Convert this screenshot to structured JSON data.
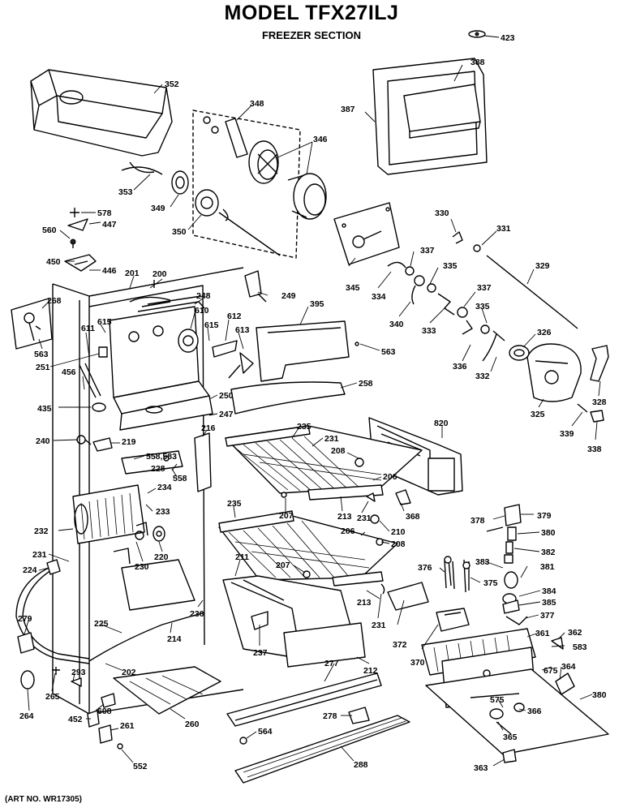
{
  "title": "MODEL TFX27ILJ",
  "subtitle": "FREEZER SECTION",
  "art_number": "(ART NO. WR17305)",
  "part_labels": [
    {
      "id": "p423",
      "text": "423"
    },
    {
      "id": "p352",
      "text": "352"
    },
    {
      "id": "p388",
      "text": "388"
    },
    {
      "id": "p387",
      "text": "387"
    },
    {
      "id": "p348",
      "text": "348"
    },
    {
      "id": "p346",
      "text": "346"
    },
    {
      "id": "p353",
      "text": "353"
    },
    {
      "id": "p349",
      "text": "349"
    },
    {
      "id": "p350",
      "text": "350"
    },
    {
      "id": "p578",
      "text": "578"
    },
    {
      "id": "p447",
      "text": "447"
    },
    {
      "id": "p560",
      "text": "560"
    },
    {
      "id": "p450",
      "text": "450"
    },
    {
      "id": "p446",
      "text": "446"
    },
    {
      "id": "p330",
      "text": "330"
    },
    {
      "id": "p331",
      "text": "331"
    },
    {
      "id": "p329",
      "text": "329"
    },
    {
      "id": "p337a",
      "text": "337"
    },
    {
      "id": "p335a",
      "text": "335"
    },
    {
      "id": "p345",
      "text": "345"
    },
    {
      "id": "p334",
      "text": "334"
    },
    {
      "id": "p340",
      "text": "340"
    },
    {
      "id": "p333",
      "text": "333"
    },
    {
      "id": "p337b",
      "text": "337"
    },
    {
      "id": "p335b",
      "text": "335"
    },
    {
      "id": "p326",
      "text": "326"
    },
    {
      "id": "p336",
      "text": "336"
    },
    {
      "id": "p332",
      "text": "332"
    },
    {
      "id": "p325",
      "text": "325"
    },
    {
      "id": "p328",
      "text": "328"
    },
    {
      "id": "p339",
      "text": "339"
    },
    {
      "id": "p338",
      "text": "338"
    },
    {
      "id": "p201",
      "text": "201"
    },
    {
      "id": "p200",
      "text": "200"
    },
    {
      "id": "p249",
      "text": "249"
    },
    {
      "id": "p268",
      "text": "268"
    },
    {
      "id": "p248",
      "text": "248"
    },
    {
      "id": "p610",
      "text": "610"
    },
    {
      "id": "p612",
      "text": "612"
    },
    {
      "id": "p395",
      "text": "395"
    },
    {
      "id": "p611",
      "text": "611"
    },
    {
      "id": "p615a",
      "text": "615"
    },
    {
      "id": "p615b",
      "text": "615"
    },
    {
      "id": "p613",
      "text": "613"
    },
    {
      "id": "p563a",
      "text": "563"
    },
    {
      "id": "p563b",
      "text": "563"
    },
    {
      "id": "p251",
      "text": "251"
    },
    {
      "id": "p456",
      "text": "456"
    },
    {
      "id": "p258",
      "text": "258"
    },
    {
      "id": "p250",
      "text": "250"
    },
    {
      "id": "p435",
      "text": "435"
    },
    {
      "id": "p247",
      "text": "247"
    },
    {
      "id": "p216",
      "text": "216"
    },
    {
      "id": "p820",
      "text": "820"
    },
    {
      "id": "p235a",
      "text": "235"
    },
    {
      "id": "p240",
      "text": "240"
    },
    {
      "id": "p219",
      "text": "219"
    },
    {
      "id": "p231a",
      "text": "231"
    },
    {
      "id": "p558_583",
      "text": "558,583"
    },
    {
      "id": "p208a",
      "text": "208"
    },
    {
      "id": "p228",
      "text": "228"
    },
    {
      "id": "p558",
      "text": "558"
    },
    {
      "id": "p206a",
      "text": "206"
    },
    {
      "id": "p234",
      "text": "234"
    },
    {
      "id": "p233",
      "text": "233"
    },
    {
      "id": "p207a",
      "text": "207"
    },
    {
      "id": "p213a",
      "text": "213"
    },
    {
      "id": "p231b",
      "text": "231"
    },
    {
      "id": "p368",
      "text": "368"
    },
    {
      "id": "p235b",
      "text": "235"
    },
    {
      "id": "p378",
      "text": "378"
    },
    {
      "id": "p379",
      "text": "379"
    },
    {
      "id": "p232",
      "text": "232"
    },
    {
      "id": "p210",
      "text": "210"
    },
    {
      "id": "p206b",
      "text": "206"
    },
    {
      "id": "p380a",
      "text": "380"
    },
    {
      "id": "p208b",
      "text": "208"
    },
    {
      "id": "p220",
      "text": "220"
    },
    {
      "id": "p382a",
      "text": "382"
    },
    {
      "id": "p231c",
      "text": "231"
    },
    {
      "id": "p211",
      "text": "211"
    },
    {
      "id": "p230",
      "text": "230"
    },
    {
      "id": "p207b",
      "text": "207"
    },
    {
      "id": "p376",
      "text": "376"
    },
    {
      "id": "p383",
      "text": "383"
    },
    {
      "id": "p381",
      "text": "381"
    },
    {
      "id": "p224",
      "text": "224"
    },
    {
      "id": "p375",
      "text": "375"
    },
    {
      "id": "p384",
      "text": "384"
    },
    {
      "id": "p213b",
      "text": "213"
    },
    {
      "id": "p385",
      "text": "385"
    },
    {
      "id": "p236",
      "text": "236"
    },
    {
      "id": "p231d",
      "text": "231"
    },
    {
      "id": "p377",
      "text": "377"
    },
    {
      "id": "p279",
      "text": "279"
    },
    {
      "id": "p225",
      "text": "225"
    },
    {
      "id": "p214",
      "text": "214"
    },
    {
      "id": "p237",
      "text": "237"
    },
    {
      "id": "p372",
      "text": "372"
    },
    {
      "id": "p361",
      "text": "361"
    },
    {
      "id": "p362",
      "text": "362"
    },
    {
      "id": "p212",
      "text": "212"
    },
    {
      "id": "p370",
      "text": "370"
    },
    {
      "id": "p583",
      "text": "583"
    },
    {
      "id": "p277",
      "text": "277"
    },
    {
      "id": "p202",
      "text": "202"
    },
    {
      "id": "p293",
      "text": "293"
    },
    {
      "id": "p675",
      "text": "675"
    },
    {
      "id": "p364",
      "text": "364"
    },
    {
      "id": "p265",
      "text": "265"
    },
    {
      "id": "p380b",
      "text": "380"
    },
    {
      "id": "p264",
      "text": "264"
    },
    {
      "id": "p575",
      "text": "575"
    },
    {
      "id": "p608",
      "text": "608"
    },
    {
      "id": "p366",
      "text": "366"
    },
    {
      "id": "p278",
      "text": "278"
    },
    {
      "id": "p260",
      "text": "260"
    },
    {
      "id": "p452",
      "text": "452"
    },
    {
      "id": "p261",
      "text": "261"
    },
    {
      "id": "p564",
      "text": "564"
    },
    {
      "id": "p365",
      "text": "365"
    },
    {
      "id": "p552",
      "text": "552"
    },
    {
      "id": "p288",
      "text": "288"
    },
    {
      "id": "p363",
      "text": "363"
    }
  ]
}
